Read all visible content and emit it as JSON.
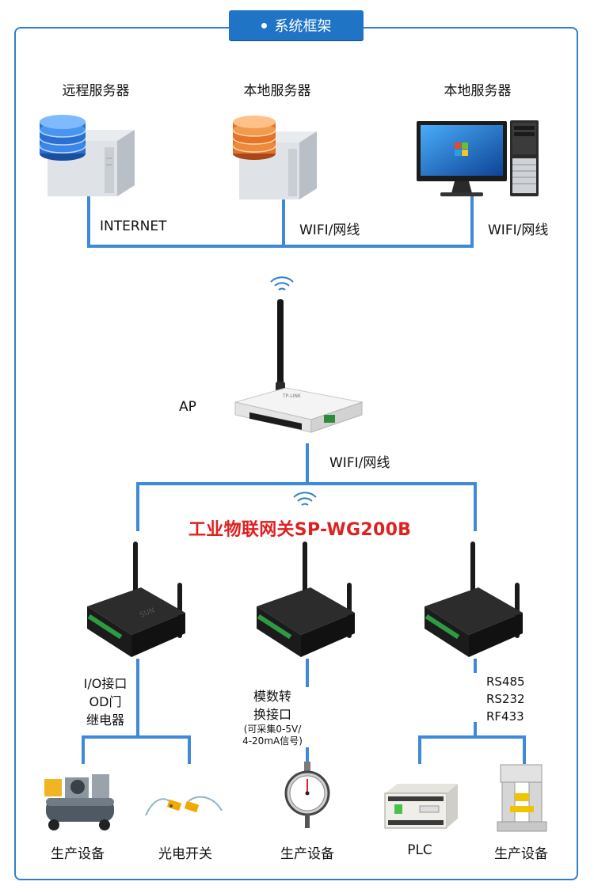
{
  "title": {
    "text": "系统框架"
  },
  "servers": [
    {
      "label": "远程服务器",
      "icon": "remote-server-icon",
      "color": "#2a6fd1"
    },
    {
      "label": "本地服务器",
      "icon": "local-server-icon",
      "color": "#e5732a"
    },
    {
      "label": "本地服务器",
      "icon": "desktop-computer-icon"
    }
  ],
  "links": {
    "internet": "INTERNET",
    "wifi_1": "WIFI/网线",
    "wifi_2": "WIFI/网线",
    "wifi_ap": "WIFI/网线"
  },
  "ap": {
    "label": "AP"
  },
  "gateway": {
    "title": "工业物联网关SP-WG200B",
    "title_color": "#e02020"
  },
  "branches": [
    {
      "lines": [
        "I/O接口",
        "OD门",
        "继电器"
      ]
    },
    {
      "lines": [
        "模数转",
        "换接口"
      ],
      "note": [
        "(可采集0-5V/",
        "4-20mA信号)"
      ]
    },
    {
      "lines": [
        "RS485",
        "RS232",
        "RF433"
      ]
    }
  ],
  "devices": [
    {
      "label": "生产设备",
      "icon": "air-compressor-icon"
    },
    {
      "label": "光电开关",
      "icon": "photoelectric-switch-icon"
    },
    {
      "label": "生产设备",
      "icon": "dial-gauge-icon"
    },
    {
      "label": "PLC",
      "icon": "plc-icon"
    },
    {
      "label": "生产设备",
      "icon": "press-machine-icon"
    }
  ],
  "colors": {
    "accent": "#1f74c6",
    "line": "#3e8ad8",
    "frame": "#2f7fc7"
  }
}
